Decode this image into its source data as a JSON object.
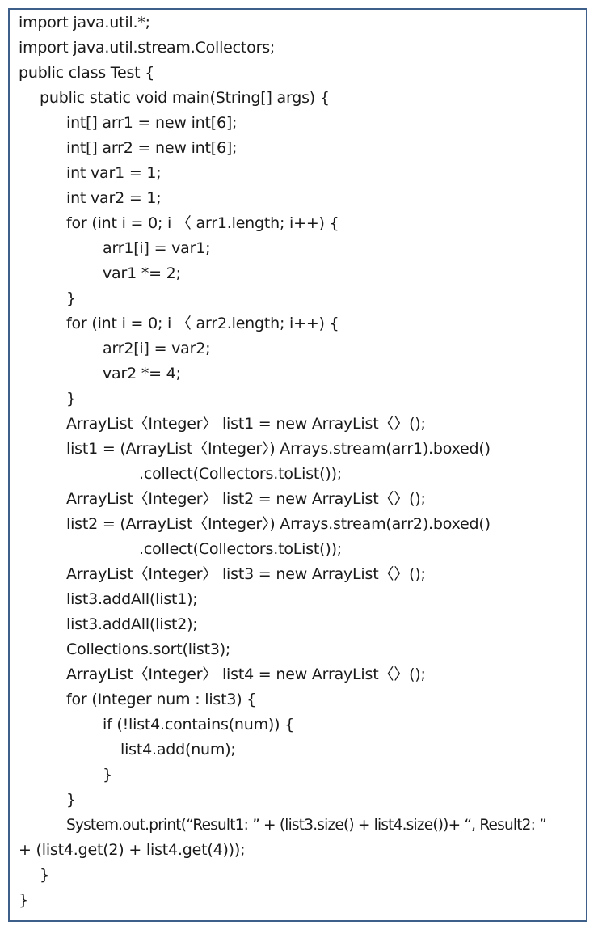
{
  "code": {
    "lines": [
      "import java.util.*;",
      "import java.util.stream.Collectors;",
      "public class Test {",
      "public static void main(String[] args) {",
      "int[] arr1 = new int[6];",
      "int[] arr2 = new int[6];",
      "int var1 = 1;",
      "int var2 = 1;",
      "for (int i = 0; i 〈 arr1.length; i++) {",
      "arr1[i] = var1;",
      "var1 *= 2;",
      "}",
      "for (int i = 0; i 〈 arr2.length; i++) {",
      "arr2[i] = var2;",
      "var2 *= 4;",
      "}",
      "ArrayList〈Integer〉 list1 = new ArrayList〈〉();",
      "list1 = (ArrayList〈Integer〉) Arrays.stream(arr1).boxed()",
      ".collect(Collectors.toList());",
      "ArrayList〈Integer〉 list2 = new ArrayList〈〉();",
      "list2 = (ArrayList〈Integer〉) Arrays.stream(arr2).boxed()",
      ".collect(Collectors.toList());",
      "ArrayList〈Integer〉 list3 = new ArrayList〈〉();",
      "list3.addAll(list1);",
      "list3.addAll(list2);",
      "Collections.sort(list3);",
      "ArrayList〈Integer〉 list4 = new ArrayList〈〉();",
      "for (Integer num : list3) {",
      "if (!list4.contains(num)) {",
      "list4.add(num);",
      "}",
      "}",
      "System.out.print(“Result1: ” + (list3.size() + list4.size())+ “, Result2: ”",
      "+ (list4.get(2) + list4.get(4)));",
      "}",
      "}"
    ]
  }
}
